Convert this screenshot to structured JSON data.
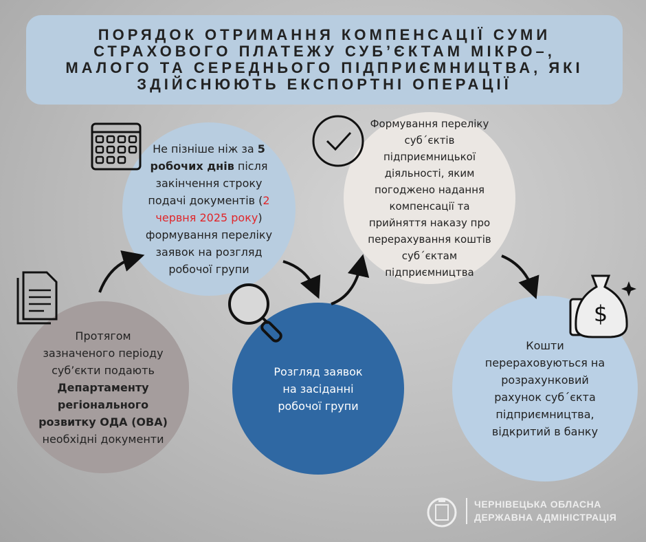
{
  "title": "ПОРЯДОК ОТРИМАННЯ КОМПЕНСАЦІЇ СУМИ СТРАХОВОГО ПЛАТЕЖУ СУБ’ЄКТАМ МІКРО–, МАЛОГО ТА СЕРЕДНЬОГО ПІДПРИЄМНИЦТВА, ЯКІ ЗДІЙСНЮЮТЬ ЕКСПОРТНІ ОПЕРАЦІЇ",
  "steps": {
    "step1": {
      "pre": "Протягом зазначеного періоду суб’єкти подають ",
      "bold": "Департаменту регіонального розвитку ОДА (ОВА)",
      "post": " необхідні документи"
    },
    "step2": {
      "pre": "Не пізніше ніж за ",
      "bold": "5 робочих днів",
      "mid": " після закінчення строку подачі документів (",
      "date": "2 червня 2025 року",
      "post": ") формування переліку заявок на розгляд робочої групи"
    },
    "step3": {
      "text": "Розгляд заявок на засіданні робочої групи"
    },
    "step4": {
      "text": "Формування переліку суб´єктів підприємницької діяльності, яким погоджено надання компенсації та прийняття наказу про перерахування коштів суб´єктам підприємництва"
    },
    "step5": {
      "text": "Кошти перераховуються на розрахунковий рахунок суб´єкта підприємництва, відкритий в банку"
    }
  },
  "footer": {
    "line1": "ЧЕРНІВЕЦЬКА ОБЛАСНА",
    "line2": "ДЕРЖАВНА АДМІНІСТРАЦІЯ"
  },
  "colors": {
    "accent_red": "#e0262a",
    "dark_blue": "#2f68a3",
    "light_blue": "#b8cde0"
  }
}
